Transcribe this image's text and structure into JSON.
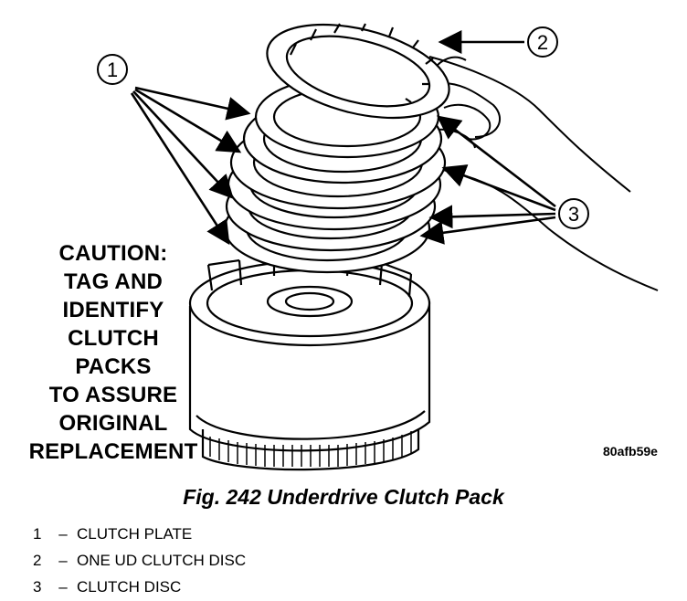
{
  "callouts": [
    {
      "number": "1"
    },
    {
      "number": "2"
    },
    {
      "number": "3"
    }
  ],
  "caution": {
    "lines": [
      "CAUTION:",
      "TAG AND",
      "IDENTIFY",
      "CLUTCH",
      "PACKS",
      "TO ASSURE",
      "ORIGINAL",
      "REPLACEMENT"
    ]
  },
  "reference_code": "80afb59e",
  "caption": "Fig. 242 Underdrive Clutch Pack",
  "legend": [
    {
      "number": "1",
      "dash": "–",
      "label": "CLUTCH PLATE"
    },
    {
      "number": "2",
      "dash": "–",
      "label": "ONE UD CLUTCH DISC"
    },
    {
      "number": "3",
      "dash": "–",
      "label": "CLUTCH DISC"
    }
  ]
}
